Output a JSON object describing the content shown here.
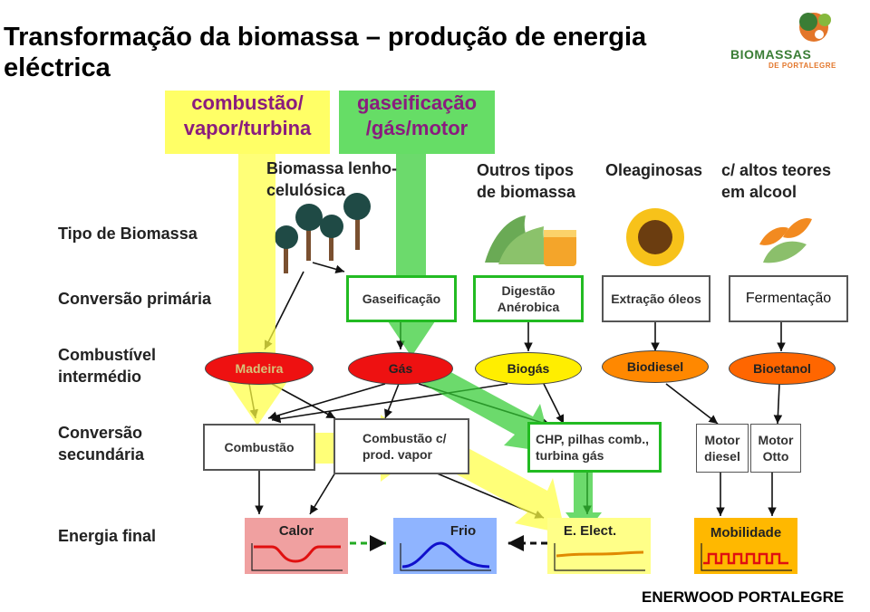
{
  "title": "Transformação da biomassa – produção de energia eléctrica",
  "logo": {
    "name": "BIOMASSAS",
    "sub": "DE PORTALEGRE"
  },
  "routes": {
    "combustion": "combustão/ vapor/turbina",
    "gasification": "gaseificação /gás/motor"
  },
  "rows": {
    "tipo": "Tipo de Biomassa",
    "primaria": "Conversão primária",
    "intermedio": "Combustível intermédio",
    "secundaria": "Conversão secundária",
    "final": "Energia final"
  },
  "biomass": {
    "lenho": "Biomassa lenho-celulósica",
    "outros": "Outros tipos de biomassa",
    "oleaginosas": "Oleaginosas",
    "alcool": "c/ altos teores em alcool"
  },
  "primary": {
    "gaseificacao": "Gaseificação",
    "digestao": "Digestão Anérobica",
    "extracao": "Extração óleos",
    "fermentacao": "Fermentação"
  },
  "fuels": {
    "madeira": "Madeira",
    "gas": "Gás",
    "biogas": "Biogás",
    "biodiesel": "Biodiesel",
    "bioetanol": "Bioetanol"
  },
  "secondary": {
    "combustao": "Combustão",
    "combustao_vapor": "Combustão c/ prod. vapor",
    "chp": "CHP, pilhas comb., turbina gás",
    "motor_diesel": "Motor diesel",
    "motor_otto": "Motor Otto"
  },
  "final": {
    "calor": "Calor",
    "frio": "Frio",
    "elect": "E. Elect.",
    "mobilidade": "Mobilidade"
  },
  "colors": {
    "route_yellow": "#ffff66",
    "route_green": "#66dd66",
    "route_text": "#8a1c7e",
    "red_fuel": "#ee1111",
    "yellow_fuel": "#ffee00",
    "orange_fuel": "#ff8800"
  },
  "footer": "ENERWOOD PORTALEGRE"
}
